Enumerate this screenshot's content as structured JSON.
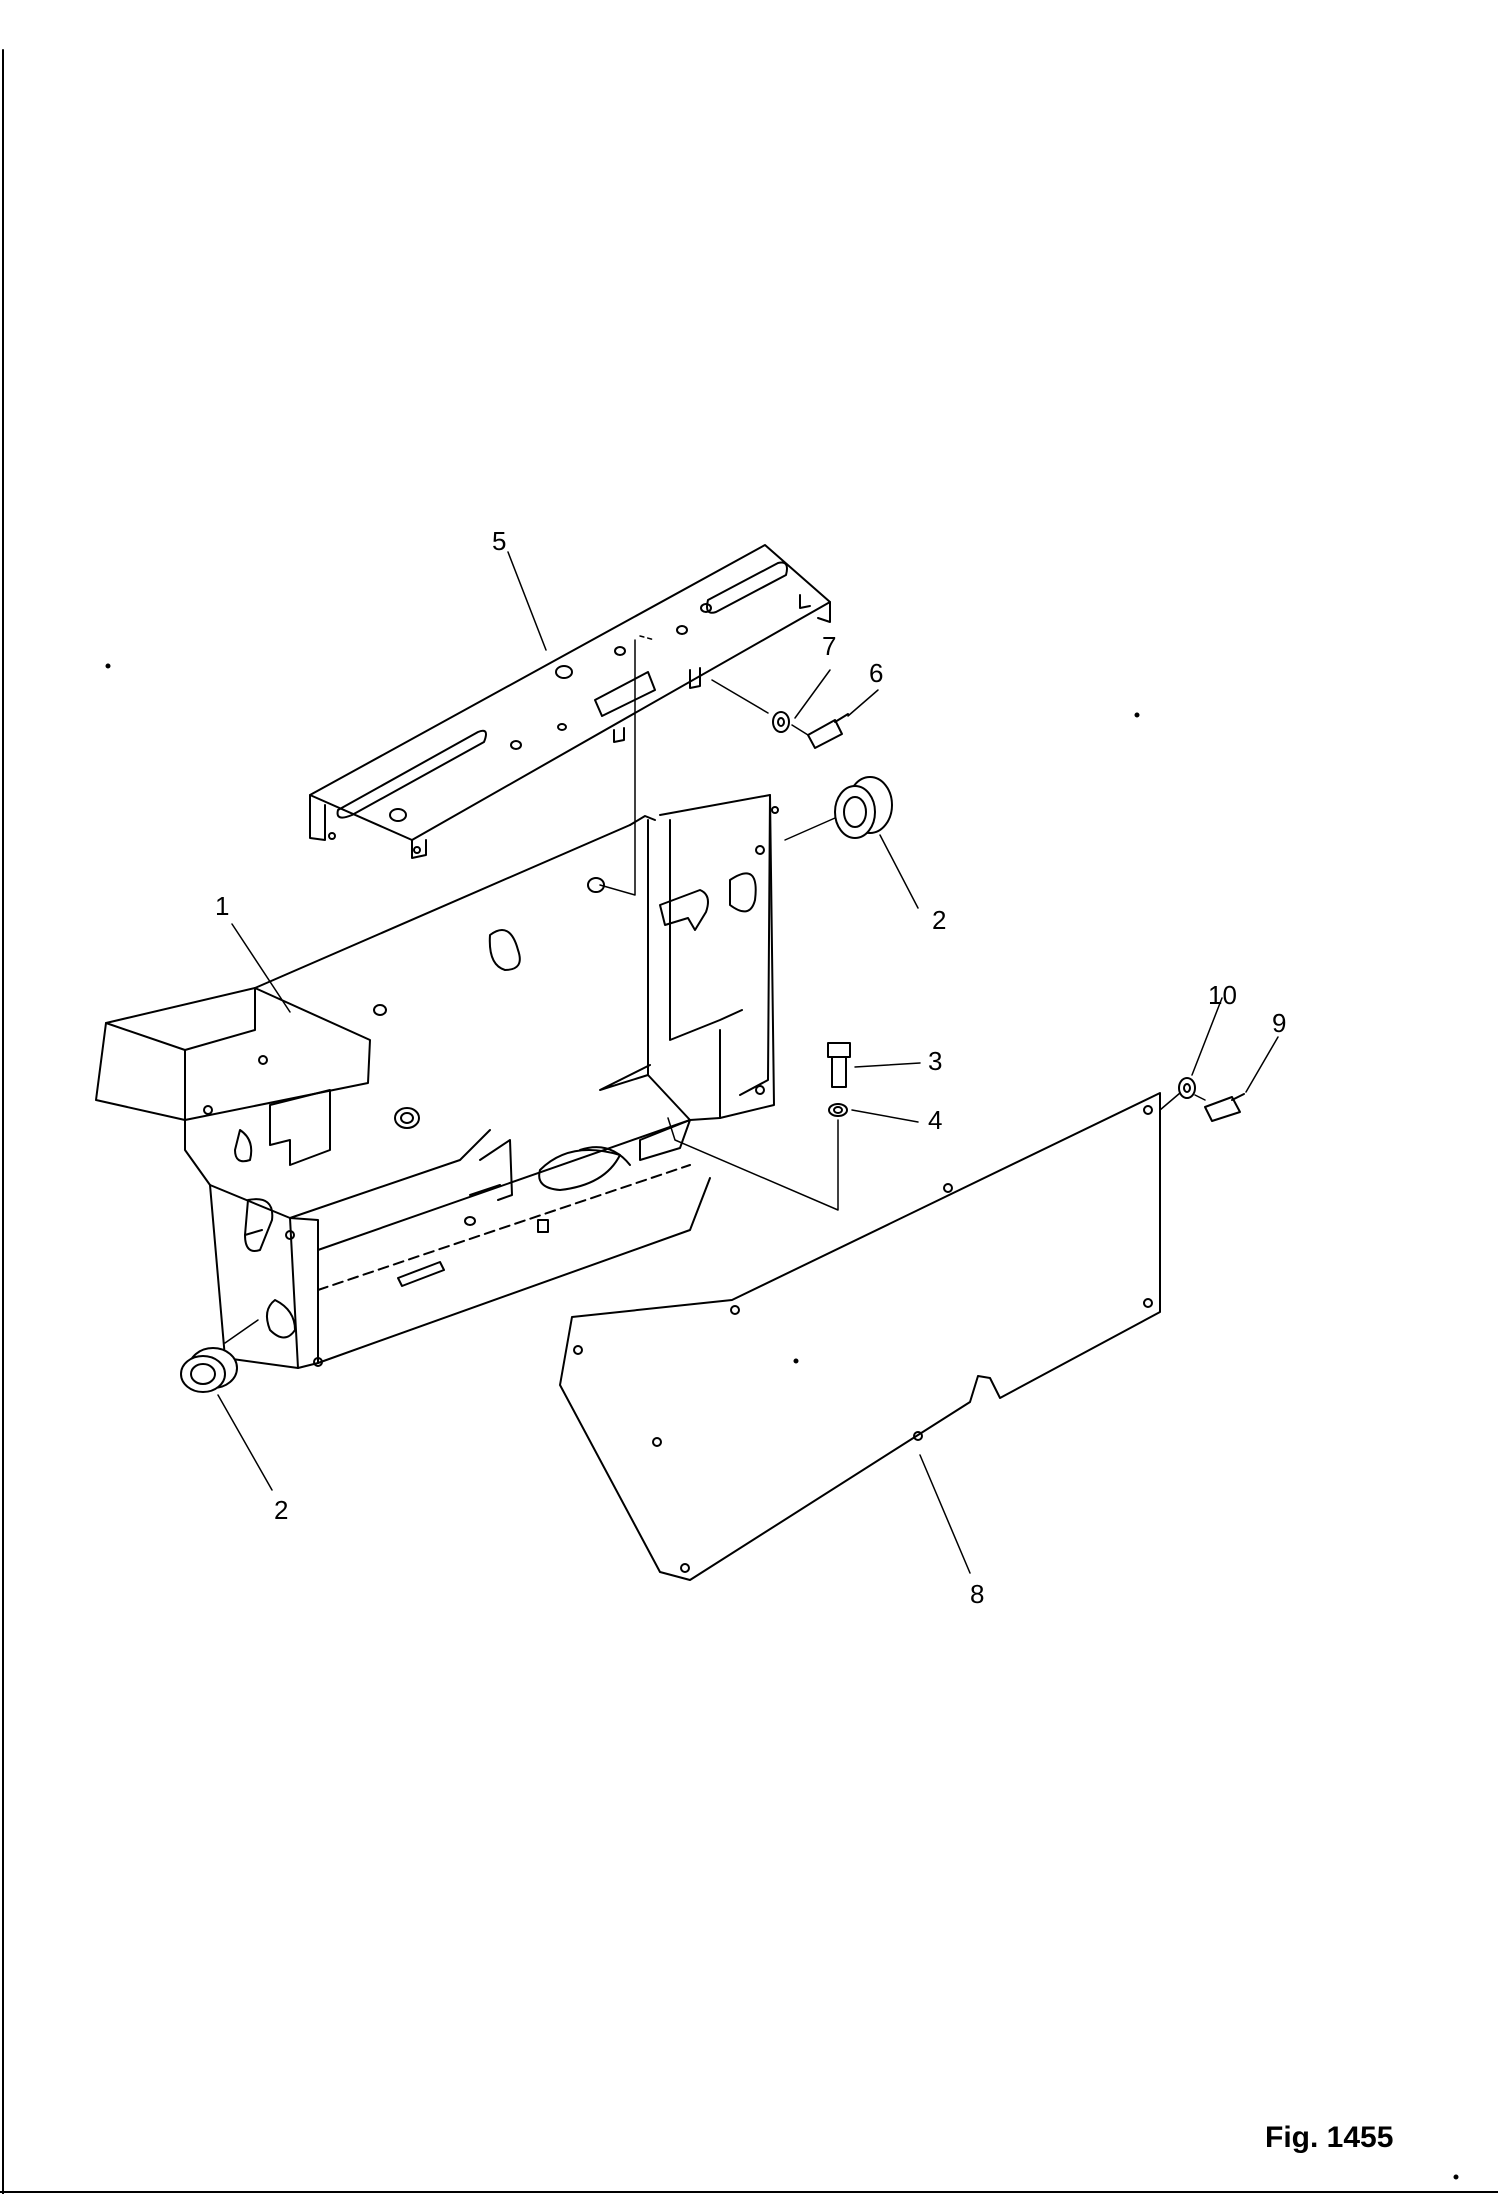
{
  "figure": {
    "caption": "Fig. 1455"
  },
  "parts": [
    {
      "id": "p1",
      "label": "1"
    },
    {
      "id": "p2a",
      "label": "2"
    },
    {
      "id": "p2b",
      "label": "2"
    },
    {
      "id": "p3",
      "label": "3"
    },
    {
      "id": "p4",
      "label": "4"
    },
    {
      "id": "p5",
      "label": "5"
    },
    {
      "id": "p6",
      "label": "6"
    },
    {
      "id": "p7",
      "label": "7"
    },
    {
      "id": "p8",
      "label": "8"
    },
    {
      "id": "p9",
      "label": "9"
    },
    {
      "id": "p10",
      "label": "10"
    }
  ]
}
